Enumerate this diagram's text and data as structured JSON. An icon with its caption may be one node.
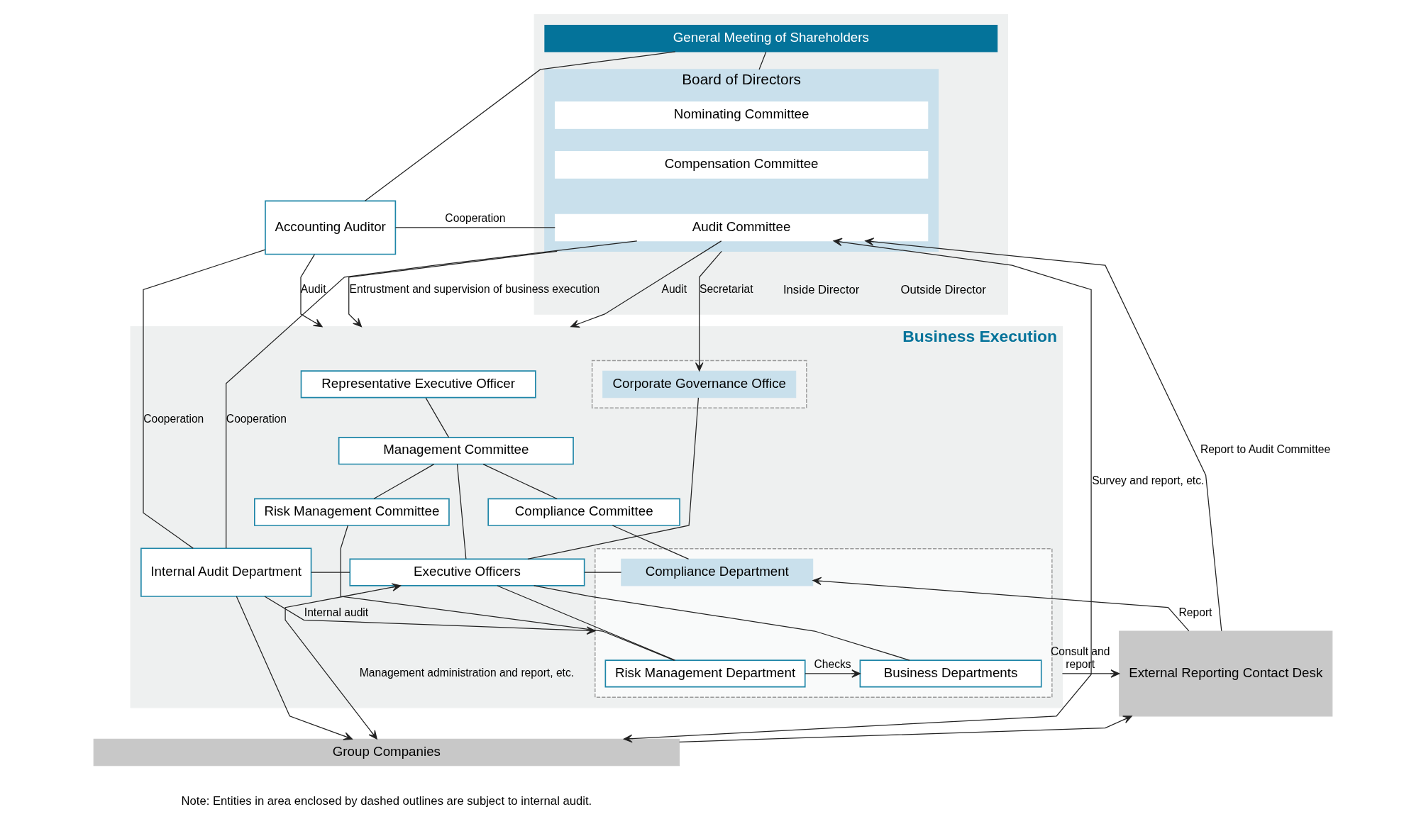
{
  "diagram": {
    "nodes": [
      {
        "text": [],
        "shape": "box"
      },
      {
        "text": [
          "General Meeting of Shareholders"
        ],
        "in": 0
      },
      {
        "text": [
          "Board of Directors"
        ],
        "in": 0
      },
      {
        "text": [
          "Nominating Committee"
        ],
        "in": 2
      },
      {
        "text": [
          "Compensation Committee"
        ],
        "in": 2
      },
      {
        "text": [
          "Audit Committee"
        ],
        "in": 2
      },
      {
        "text": [
          "Accounting Auditor"
        ]
      },
      {
        "text": [
          "Business Execution"
        ]
      },
      {
        "text": [
          "Representative Executive Officer"
        ],
        "in": 7
      },
      {
        "text": [
          "Management Committee"
        ],
        "in": 7
      },
      {
        "text": [],
        "shape": "box",
        "in": 7
      },
      {
        "text": [
          "Corporate Governance Office"
        ],
        "in": 10
      },
      {
        "text": [
          "Risk Management Committee"
        ],
        "in": 7
      },
      {
        "text": [
          "Compliance Committee"
        ],
        "in": 7
      },
      {
        "text": [
          "Internal Audit Department"
        ],
        "in": 7
      },
      {
        "text": [
          "Executive Officers"
        ],
        "in": 7
      },
      {
        "text": [],
        "shape": "box",
        "in": 7
      },
      {
        "text": [
          "Compliance Department"
        ],
        "in": 16
      },
      {
        "text": [
          "Risk Management Department"
        ],
        "in": 16
      },
      {
        "text": [
          "Business Departments"
        ],
        "in": 16
      },
      {
        "text": [
          "Group Companies"
        ]
      },
      {
        "text": [
          "External Reporting Contact Desk"
        ]
      }
    ],
    "edges": [
      {
        "from": 1,
        "to": 2,
        "arrow": "none"
      },
      {
        "from": 1,
        "to": 6,
        "arrow": "none"
      },
      {
        "from": 6,
        "to": 5,
        "arrow": "none",
        "label": "Cooperation"
      },
      {
        "from": 6,
        "to": 14,
        "arrow": "none",
        "label": "Cooperation"
      },
      {
        "from": 6,
        "to": 7,
        "arrow": "to",
        "label": "Audit"
      },
      {
        "from": 5,
        "to": 14,
        "arrow": "none",
        "label": "Cooperation"
      },
      {
        "from": 5,
        "to": 7,
        "arrow": "to",
        "label": "Audit"
      },
      {
        "from": 2,
        "to": 7,
        "arrow": "to",
        "label": "Entrustment and supervision of business execution"
      },
      {
        "from": 2,
        "to": 11,
        "arrow": "to",
        "label": "Secretariat"
      },
      {
        "from": 8,
        "to": 9,
        "arrow": "none"
      },
      {
        "from": 9,
        "to": 15,
        "arrow": "none"
      },
      {
        "from": 9,
        "to": 12,
        "arrow": "none"
      },
      {
        "from": 9,
        "to": 13,
        "arrow": "none"
      },
      {
        "from": 11,
        "to": 15,
        "arrow": "none"
      },
      {
        "from": 14,
        "to": 15,
        "arrow": "none"
      },
      {
        "from": 12,
        "to": 18,
        "arrow": "none"
      },
      {
        "from": 13,
        "to": 17,
        "arrow": "none"
      },
      {
        "from": 15,
        "to": 17,
        "arrow": "none"
      },
      {
        "from": 15,
        "to": 18,
        "arrow": "none"
      },
      {
        "from": 15,
        "to": 19,
        "arrow": "none"
      },
      {
        "from": 18,
        "to": 19,
        "arrow": "to",
        "label": "Checks"
      },
      {
        "from": 14,
        "to": 16,
        "arrow": "to",
        "label": "Internal audit"
      },
      {
        "from": 14,
        "to": 20,
        "arrow": "to"
      },
      {
        "from": 15,
        "to": 20,
        "arrow": "both",
        "label": "Management administration and report, etc."
      },
      {
        "from": 21,
        "to": 17,
        "arrow": "to",
        "label": "Report"
      },
      {
        "from": 21,
        "to": 5,
        "arrow": "to",
        "label": "Report to Audit Committee"
      },
      {
        "from": 5,
        "to": 20,
        "arrow": "both",
        "label": "Survey and report, etc."
      },
      {
        "from": 7,
        "to": 21,
        "arrow": "to",
        "label": "Consult and report"
      },
      {
        "from": 20,
        "to": 21,
        "arrow": "to"
      }
    ],
    "labels": [
      "Inside Director",
      "Outside Director",
      "Note: Entities in area enclosed by dashed outlines are subject to internal audit."
    ]
  }
}
